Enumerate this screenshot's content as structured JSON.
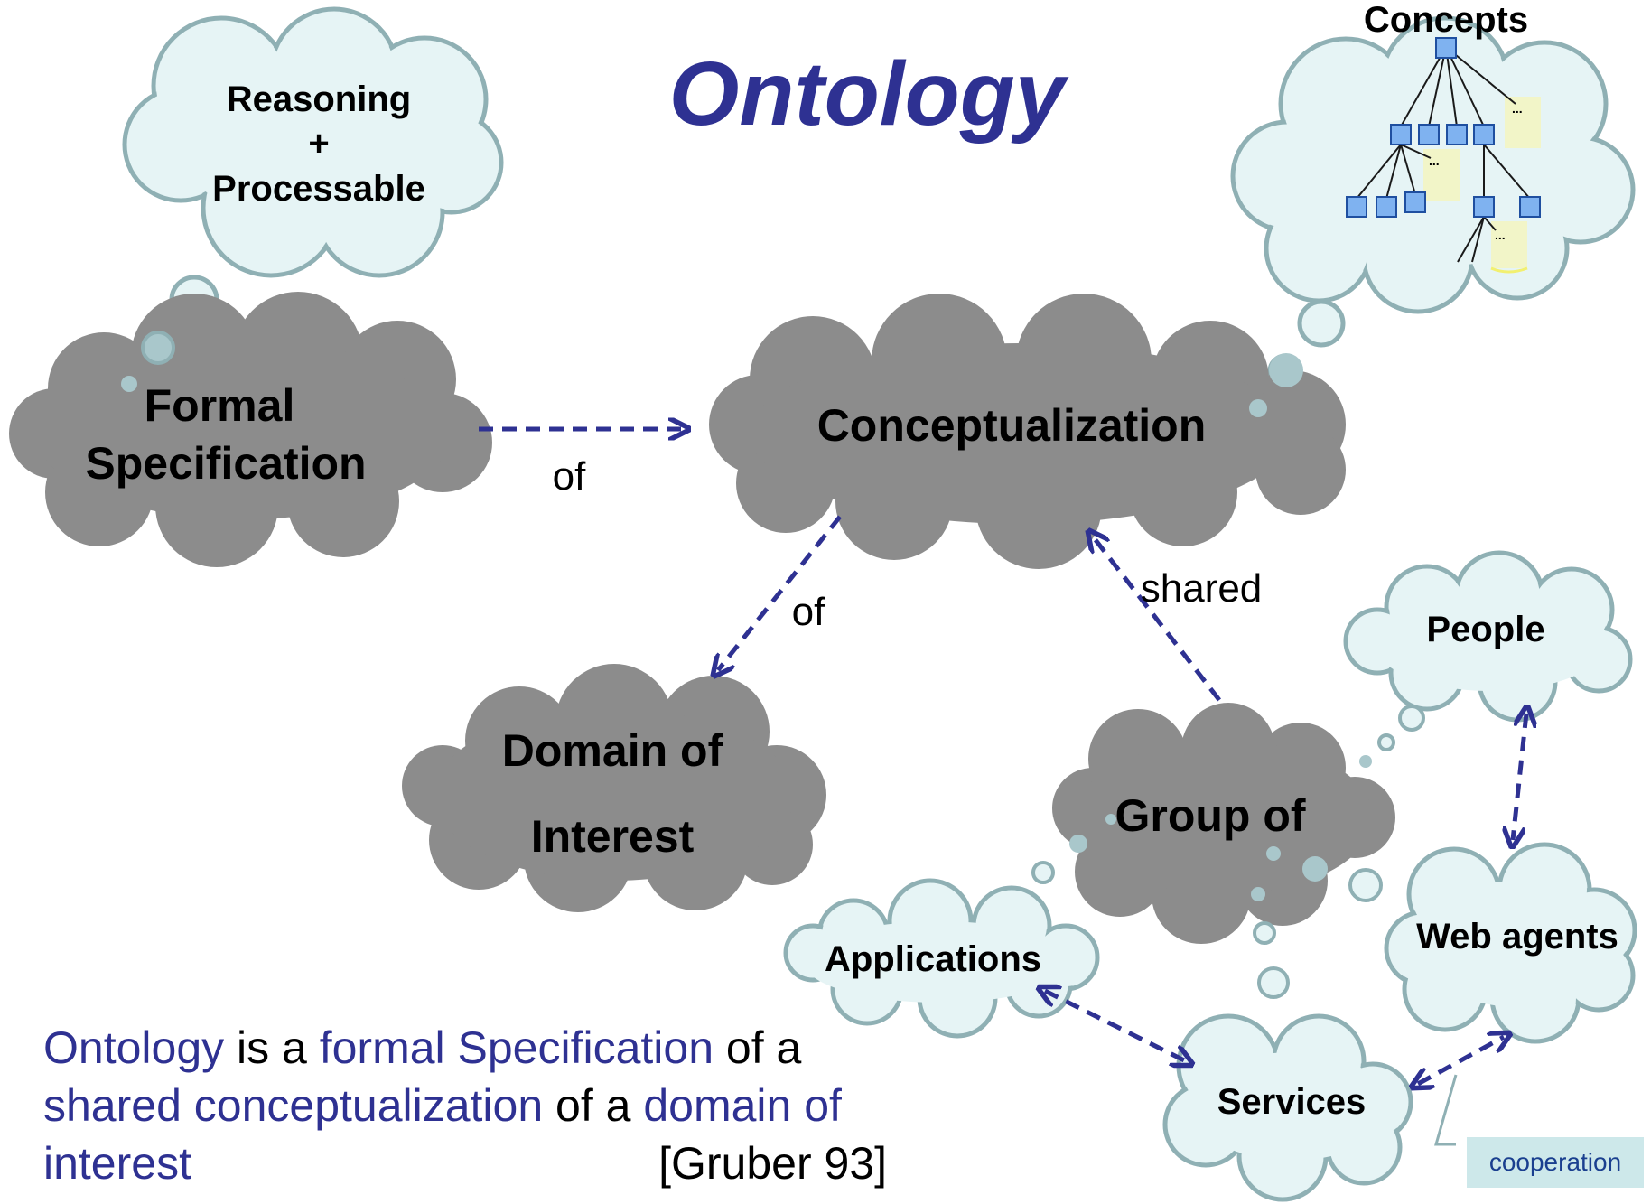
{
  "title": "Ontology",
  "clouds": {
    "formal_specification": [
      "Formal",
      "Specification"
    ],
    "conceptualization": "Conceptualization",
    "domain_of_interest": [
      "Domain of",
      "Interest"
    ],
    "group_of": "Group of",
    "reasoning": [
      "Reasoning",
      "+",
      "Processable"
    ],
    "concepts": "Concepts",
    "people": "People",
    "web_agents": "Web agents",
    "applications": "Applications",
    "services": "Services"
  },
  "edge_labels": {
    "of_spec": "of",
    "of_domain": "of",
    "shared": "shared"
  },
  "concept_tree": {
    "ellipsis": "..."
  },
  "definition": {
    "part1": "Ontology",
    "part2": " is a ",
    "part3": "formal Specification",
    "part4": " of a",
    "part5": "shared conceptualization",
    "part6": " of a ",
    "part7": "domain of",
    "part8": "interest",
    "citation": "[Gruber 93]"
  },
  "cooperation_label": "cooperation",
  "colors": {
    "title": "#2e3192",
    "arrow": "#2e3192",
    "dark_cloud": "#8c8c8c",
    "light_cloud_fill": "#e6f4f5",
    "light_cloud_stroke": "#8fb0b4",
    "node_fill": "#7fb2f0",
    "node_stroke": "#1f4fa0",
    "note_fill": "#f2f5c8"
  }
}
